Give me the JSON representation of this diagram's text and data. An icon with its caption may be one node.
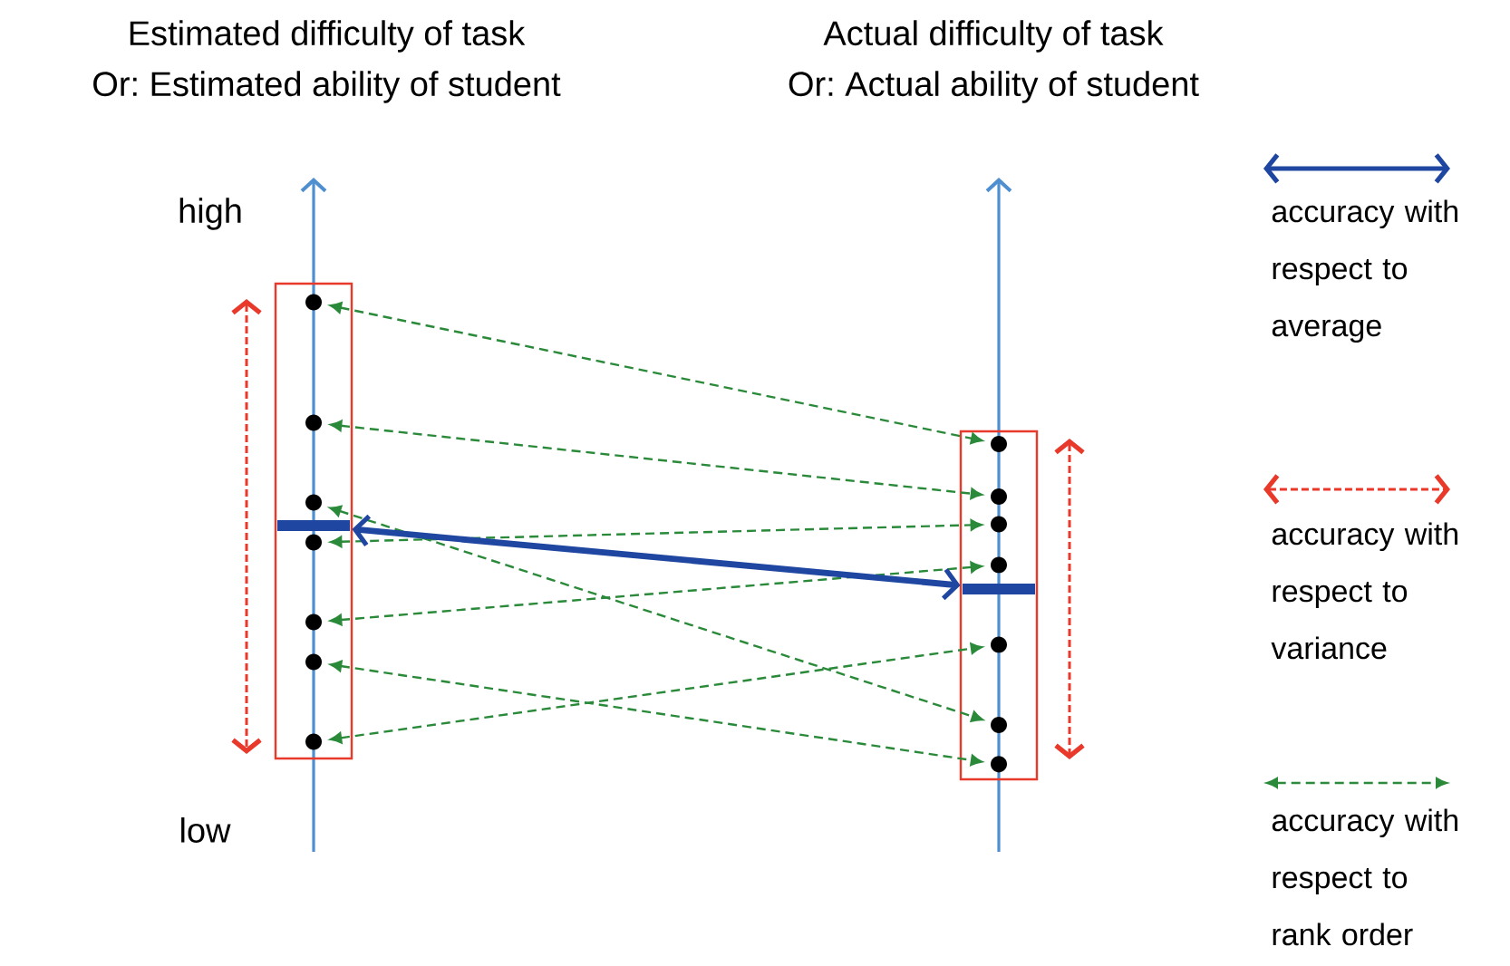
{
  "diagram": {
    "nodes": [
      {
        "text": [],
        "shape": "box"
      },
      {
        "text": [],
        "shape": "circle",
        "in": 0
      },
      {
        "text": [],
        "shape": "circle",
        "in": 0
      },
      {
        "text": [],
        "shape": "circle",
        "in": 0
      },
      {
        "text": [],
        "shape": "circle",
        "in": 0
      },
      {
        "text": [],
        "shape": "circle",
        "in": 0
      },
      {
        "text": [],
        "shape": "circle",
        "in": 0
      },
      {
        "text": [],
        "shape": "circle",
        "in": 0
      },
      {
        "text": [],
        "shape": "bar",
        "in": 0
      },
      {
        "text": [],
        "shape": "box"
      },
      {
        "text": [],
        "shape": "circle",
        "in": 9
      },
      {
        "text": [],
        "shape": "circle",
        "in": 9
      },
      {
        "text": [],
        "shape": "circle",
        "in": 9
      },
      {
        "text": [],
        "shape": "circle",
        "in": 9
      },
      {
        "text": [],
        "shape": "circle",
        "in": 9
      },
      {
        "text": [],
        "shape": "circle",
        "in": 9
      },
      {
        "text": [],
        "shape": "circle",
        "in": 9
      },
      {
        "text": [],
        "shape": "bar",
        "in": 9
      }
    ],
    "edges": [
      {
        "from": 1,
        "to": 10,
        "arrow": "both",
        "style": "dashed"
      },
      {
        "from": 2,
        "to": 11,
        "arrow": "both",
        "style": "dashed"
      },
      {
        "from": 3,
        "to": 15,
        "arrow": "both",
        "style": "dashed"
      },
      {
        "from": 4,
        "to": 12,
        "arrow": "both",
        "style": "dashed"
      },
      {
        "from": 5,
        "to": 13,
        "arrow": "both",
        "style": "dashed"
      },
      {
        "from": 6,
        "to": 16,
        "arrow": "both",
        "style": "dashed"
      },
      {
        "from": 7,
        "to": 14,
        "arrow": "both",
        "style": "dashed"
      },
      {
        "from": 8,
        "to": 17,
        "arrow": "both",
        "style": "thick",
        "color": "#1f46a0"
      }
    ],
    "labels": [
      "Estimated difficulty of task",
      "Or: Estimated ability of student",
      "Actual difficulty of task",
      "Or: Actual ability of student",
      "high",
      "low"
    ],
    "legend": [
      {
        "text": "accuracy with respect to average"
      },
      {
        "text": "accuracy with respect to variance"
      },
      {
        "text": "accuracy with respect to rank order"
      }
    ]
  }
}
